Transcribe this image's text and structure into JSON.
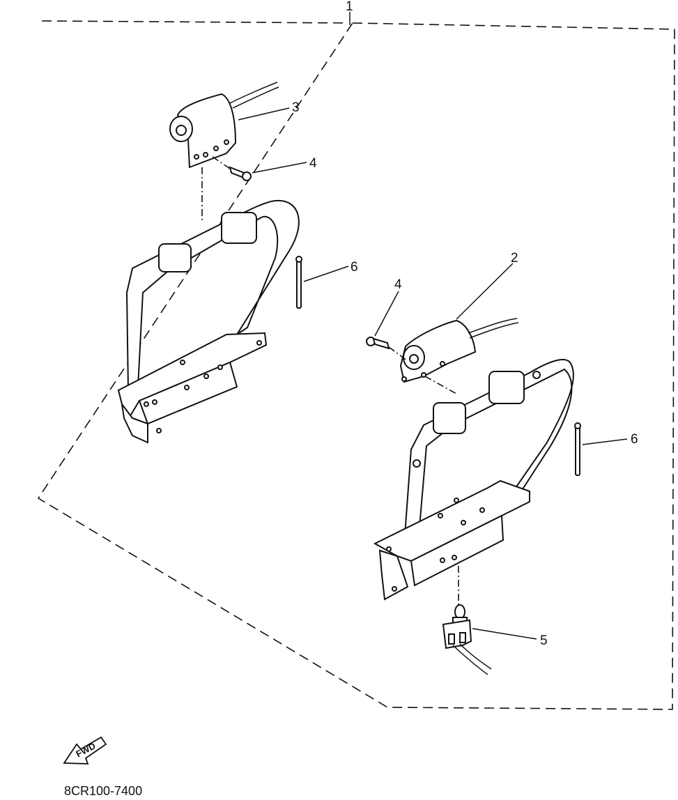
{
  "callouts": {
    "kit": "1",
    "right_cap": "2",
    "left_cap": "3",
    "screw_left": "4",
    "screw_right": "4",
    "switch": "5",
    "tie_left": "6",
    "tie_right": "6"
  },
  "fwd_label": "FWD",
  "drawing_code": "8CR100-7400"
}
